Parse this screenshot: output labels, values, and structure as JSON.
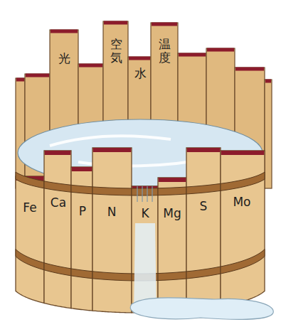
{
  "diagram": {
    "labels": [
      "光",
      "空気",
      "水",
      "温度",
      "Fe",
      "Ca",
      "P",
      "N",
      "K",
      "Mg",
      "S",
      "Mo"
    ]
  }
}
